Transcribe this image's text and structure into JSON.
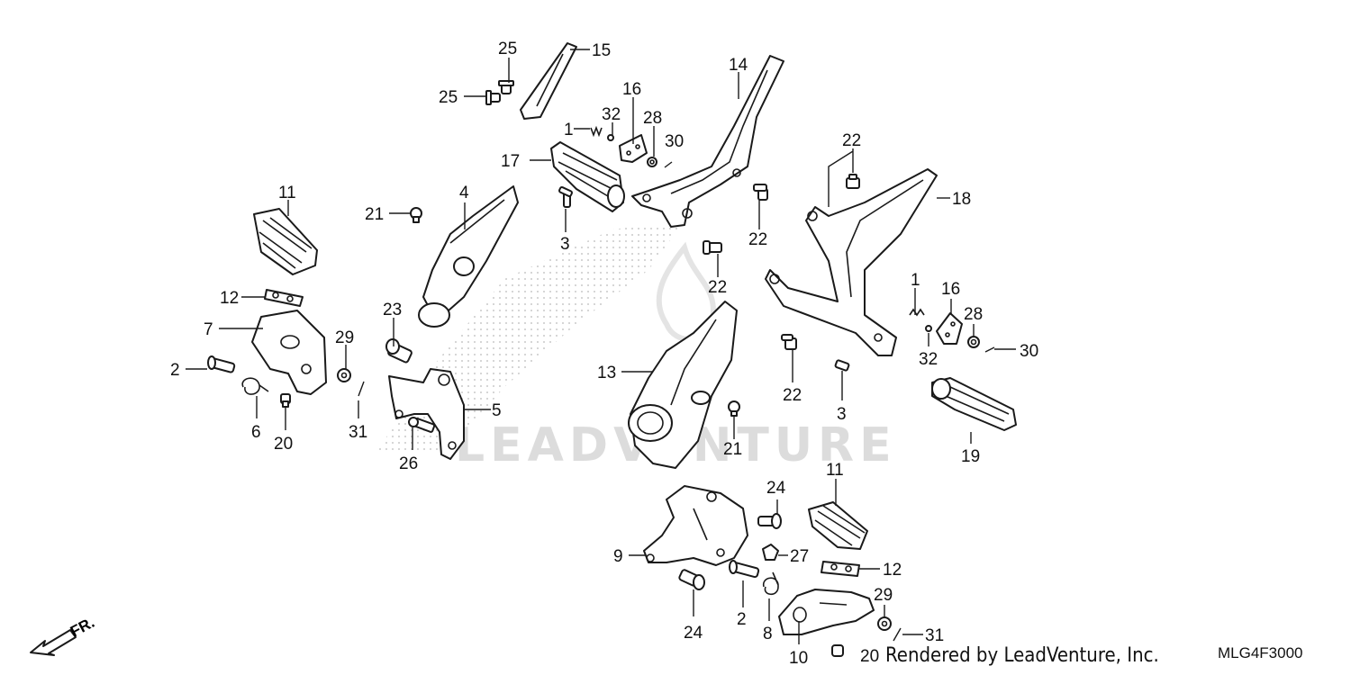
{
  "diagram": {
    "watermark": "LEADVENTURE",
    "credit": "Rendered by LeadVenture, Inc.",
    "diagram_code": "MLG4F3000",
    "front_indicator": "FR.",
    "callouts": [
      {
        "id": "c25a",
        "label": "25"
      },
      {
        "id": "c25b",
        "label": "25"
      },
      {
        "id": "c15",
        "label": "15"
      },
      {
        "id": "c14",
        "label": "14"
      },
      {
        "id": "c16a",
        "label": "16"
      },
      {
        "id": "c1a",
        "label": "1"
      },
      {
        "id": "c32a",
        "label": "32"
      },
      {
        "id": "c28a",
        "label": "28"
      },
      {
        "id": "c30a",
        "label": "30"
      },
      {
        "id": "c17",
        "label": "17"
      },
      {
        "id": "c22a",
        "label": "22"
      },
      {
        "id": "c18",
        "label": "18"
      },
      {
        "id": "c11a",
        "label": "11"
      },
      {
        "id": "c4",
        "label": "4"
      },
      {
        "id": "c21a",
        "label": "21"
      },
      {
        "id": "c3a",
        "label": "3"
      },
      {
        "id": "c22b",
        "label": "22"
      },
      {
        "id": "c22c",
        "label": "22"
      },
      {
        "id": "c12a",
        "label": "12"
      },
      {
        "id": "c7",
        "label": "7"
      },
      {
        "id": "c23",
        "label": "23"
      },
      {
        "id": "c29a",
        "label": "29"
      },
      {
        "id": "c1b",
        "label": "1"
      },
      {
        "id": "c16b",
        "label": "16"
      },
      {
        "id": "c28b",
        "label": "28"
      },
      {
        "id": "c32b",
        "label": "32"
      },
      {
        "id": "c30b",
        "label": "30"
      },
      {
        "id": "c2a",
        "label": "2"
      },
      {
        "id": "c13",
        "label": "13"
      },
      {
        "id": "c5",
        "label": "5"
      },
      {
        "id": "c6",
        "label": "6"
      },
      {
        "id": "c31a",
        "label": "31"
      },
      {
        "id": "c20a",
        "label": "20"
      },
      {
        "id": "c26",
        "label": "26"
      },
      {
        "id": "c22d",
        "label": "22"
      },
      {
        "id": "c3b",
        "label": "3"
      },
      {
        "id": "c21b",
        "label": "21"
      },
      {
        "id": "c19",
        "label": "19"
      },
      {
        "id": "c11b",
        "label": "11"
      },
      {
        "id": "c24a",
        "label": "24"
      },
      {
        "id": "c9",
        "label": "9"
      },
      {
        "id": "c27",
        "label": "27"
      },
      {
        "id": "c12b",
        "label": "12"
      },
      {
        "id": "c29b",
        "label": "29"
      },
      {
        "id": "c24b",
        "label": "24"
      },
      {
        "id": "c2b",
        "label": "2"
      },
      {
        "id": "c8",
        "label": "8"
      },
      {
        "id": "c10",
        "label": "10"
      },
      {
        "id": "c31b",
        "label": "31"
      },
      {
        "id": "c20b",
        "label": "20"
      }
    ]
  }
}
